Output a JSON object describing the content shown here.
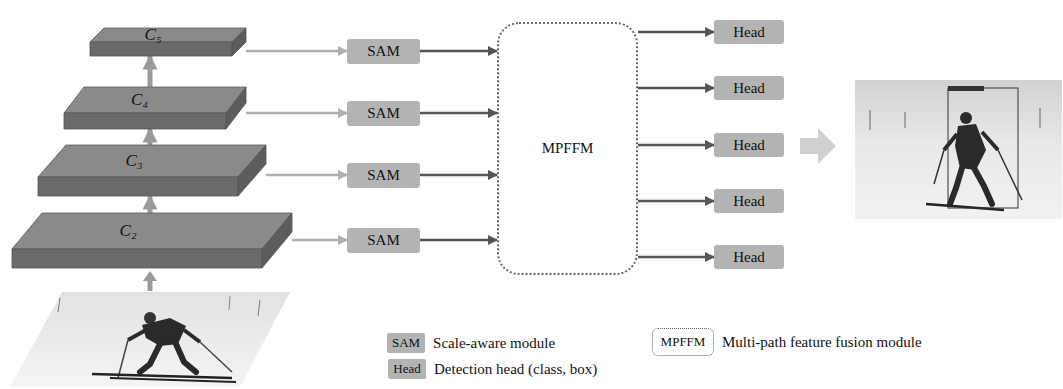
{
  "diagram": {
    "nodes": [
      {
        "text": [
          "C₅"
        ]
      },
      {
        "text": [
          "C₄"
        ]
      },
      {
        "text": [
          "C₃"
        ]
      },
      {
        "text": [
          "C₂"
        ]
      },
      {
        "text": [
          "SAM"
        ]
      },
      {
        "text": [
          "SAM"
        ]
      },
      {
        "text": [
          "SAM"
        ]
      },
      {
        "text": [
          "SAM"
        ]
      },
      {
        "text": [
          "MPFFM"
        ]
      },
      {
        "text": [
          "Head"
        ]
      },
      {
        "text": [
          "Head"
        ]
      },
      {
        "text": [
          "Head"
        ]
      },
      {
        "text": [
          "Head"
        ]
      },
      {
        "text": [
          "Head"
        ]
      }
    ],
    "edges": [
      {
        "from": 3,
        "to": 2,
        "arrow": "to"
      },
      {
        "from": 2,
        "to": 1,
        "arrow": "to"
      },
      {
        "from": 1,
        "to": 0,
        "arrow": "to"
      },
      {
        "from": 0,
        "to": 4,
        "arrow": "to"
      },
      {
        "from": 1,
        "to": 5,
        "arrow": "to"
      },
      {
        "from": 2,
        "to": 6,
        "arrow": "to"
      },
      {
        "from": 3,
        "to": 7,
        "arrow": "to"
      },
      {
        "from": 4,
        "to": 8,
        "arrow": "to"
      },
      {
        "from": 5,
        "to": 8,
        "arrow": "to"
      },
      {
        "from": 6,
        "to": 8,
        "arrow": "to"
      },
      {
        "from": 7,
        "to": 8,
        "arrow": "to"
      },
      {
        "from": 8,
        "to": 9,
        "arrow": "to"
      },
      {
        "from": 8,
        "to": 10,
        "arrow": "to"
      },
      {
        "from": 8,
        "to": 11,
        "arrow": "to"
      },
      {
        "from": 8,
        "to": 12,
        "arrow": "to"
      },
      {
        "from": 8,
        "to": 13,
        "arrow": "to"
      }
    ],
    "labels": [
      "SAM",
      "MPFFM",
      "Head"
    ],
    "legend": [
      {
        "text": "Scale-aware module",
        "color": "#b3b3b3"
      },
      {
        "text": "Multi-path feature fusion module"
      },
      {
        "text": "Detection head (class, box)",
        "color": "#b3b3b3"
      }
    ]
  }
}
